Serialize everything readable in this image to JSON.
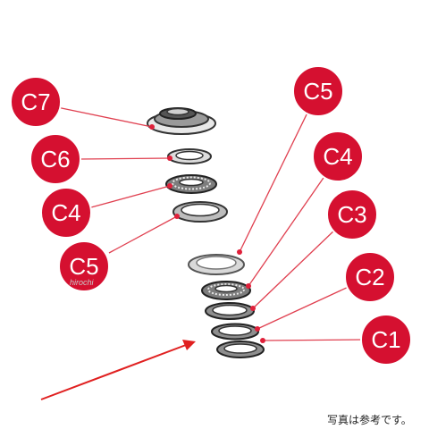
{
  "colors": {
    "badge": "#d51030",
    "badge_stroke": "#ffffff",
    "leader_line": "#e04050",
    "dot": "#e0203a",
    "arrow": "#e02020",
    "part_line": "#333333"
  },
  "labels": {
    "c7": "C7",
    "c6": "C6",
    "c4_left": "C4",
    "c5_left": "C5",
    "c5_right": "C5",
    "c4_right": "C4",
    "c3": "C3",
    "c2": "C2",
    "c1": "C1"
  },
  "watermark": "hirochi",
  "caption": "写真は参考です。"
}
